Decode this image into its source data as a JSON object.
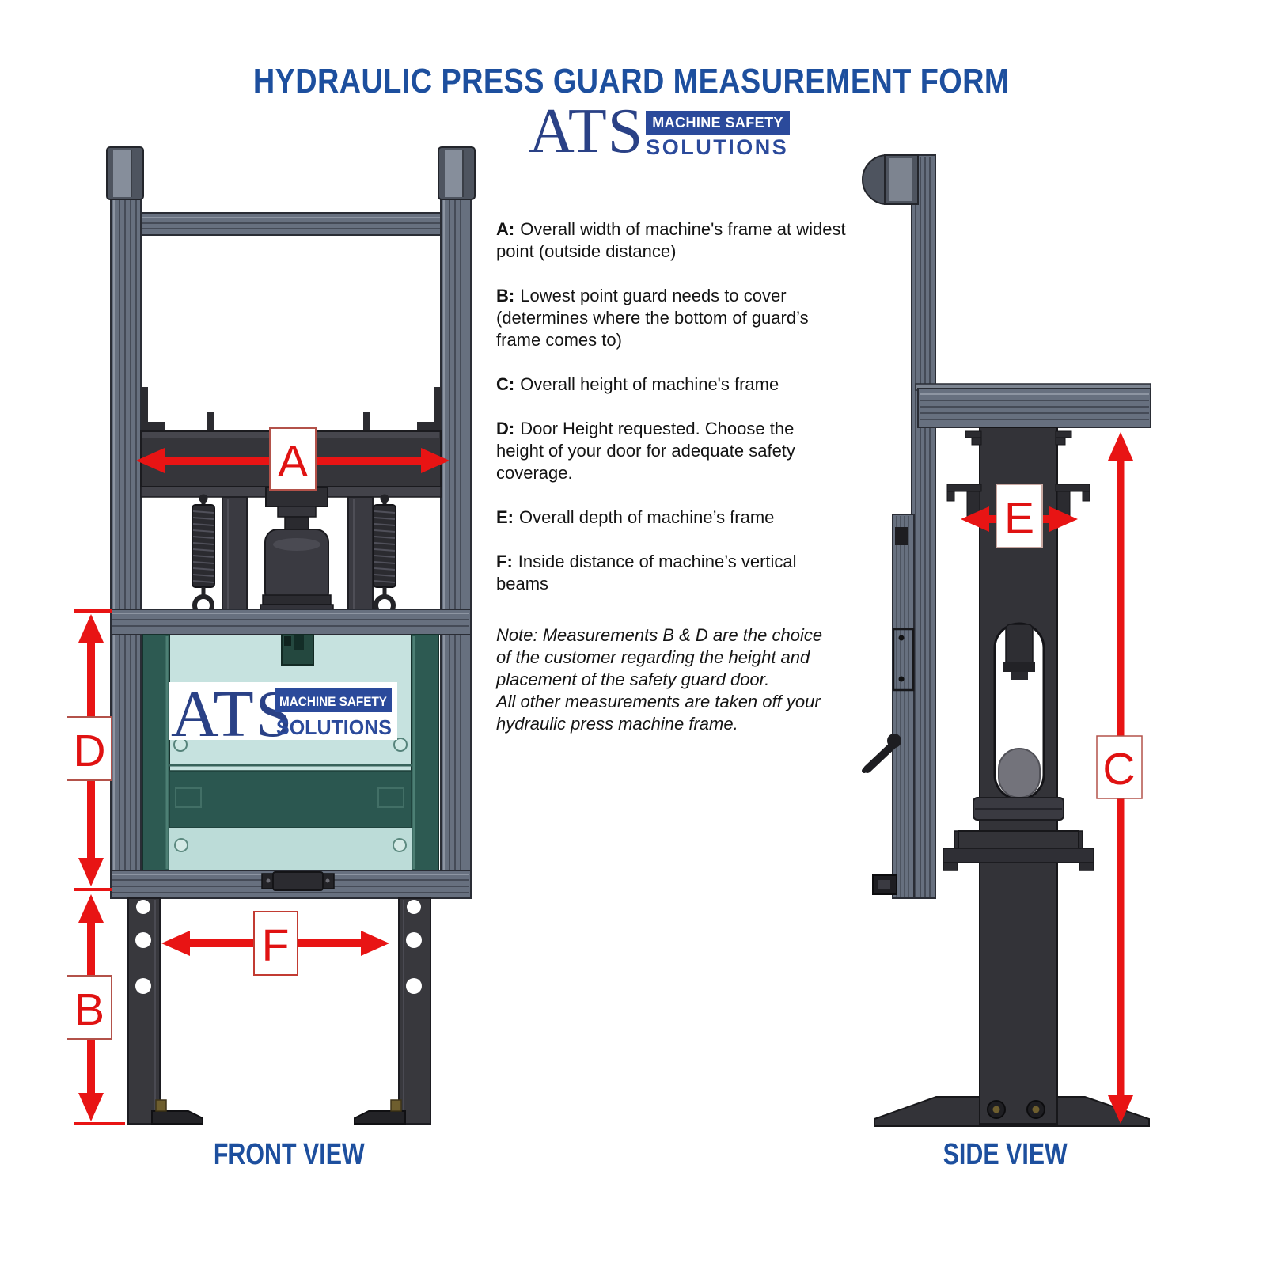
{
  "title": "HYDRAULIC PRESS GUARD MEASUREMENT FORM",
  "logo": {
    "ats": "ATS",
    "machine_safety": "MACHINE SAFETY",
    "solutions": "SOLUTIONS"
  },
  "definitions": [
    {
      "key": "A:",
      "text": "Overall width of machine's frame at widest\npoint (outside distance)"
    },
    {
      "key": "B:",
      "text": "Lowest point guard needs to cover\n(determines where the bottom of guard’s\nframe comes to)"
    },
    {
      "key": "C:",
      "text": "Overall height of machine's frame"
    },
    {
      "key": "D:",
      "text": "Door Height requested.  Choose the\nheight of your door for adequate safety\ncoverage."
    },
    {
      "key": "E:",
      "text": "Overall depth of machine’s frame"
    },
    {
      "key": "F:",
      "text": "Inside distance of machine’s vertical\nbeams"
    }
  ],
  "note": {
    "line1": "Note: Measurements B & D are the choice\nof the customer regarding the height and\nplacement of the safety guard door.",
    "line2": "All other measurements are taken off your\nhydraulic press machine frame."
  },
  "measurement_labels": {
    "A": "A",
    "B": "B",
    "C": "C",
    "D": "D",
    "E": "E",
    "F": "F"
  },
  "views": {
    "front": "FRONT VIEW",
    "side": "SIDE VIEW"
  },
  "colors": {
    "accent_blue": "#1d4f9e",
    "logo_blue": "#2b4a9b",
    "logo_navy": "#2a4186",
    "arrow_red": "#e81414",
    "dim_letter_red": "#e01212",
    "frame_aluminum": "#67707f",
    "machine_dark": "#333338",
    "guard_teal": "#c6e2df",
    "guard_green": "#2d5a52"
  }
}
